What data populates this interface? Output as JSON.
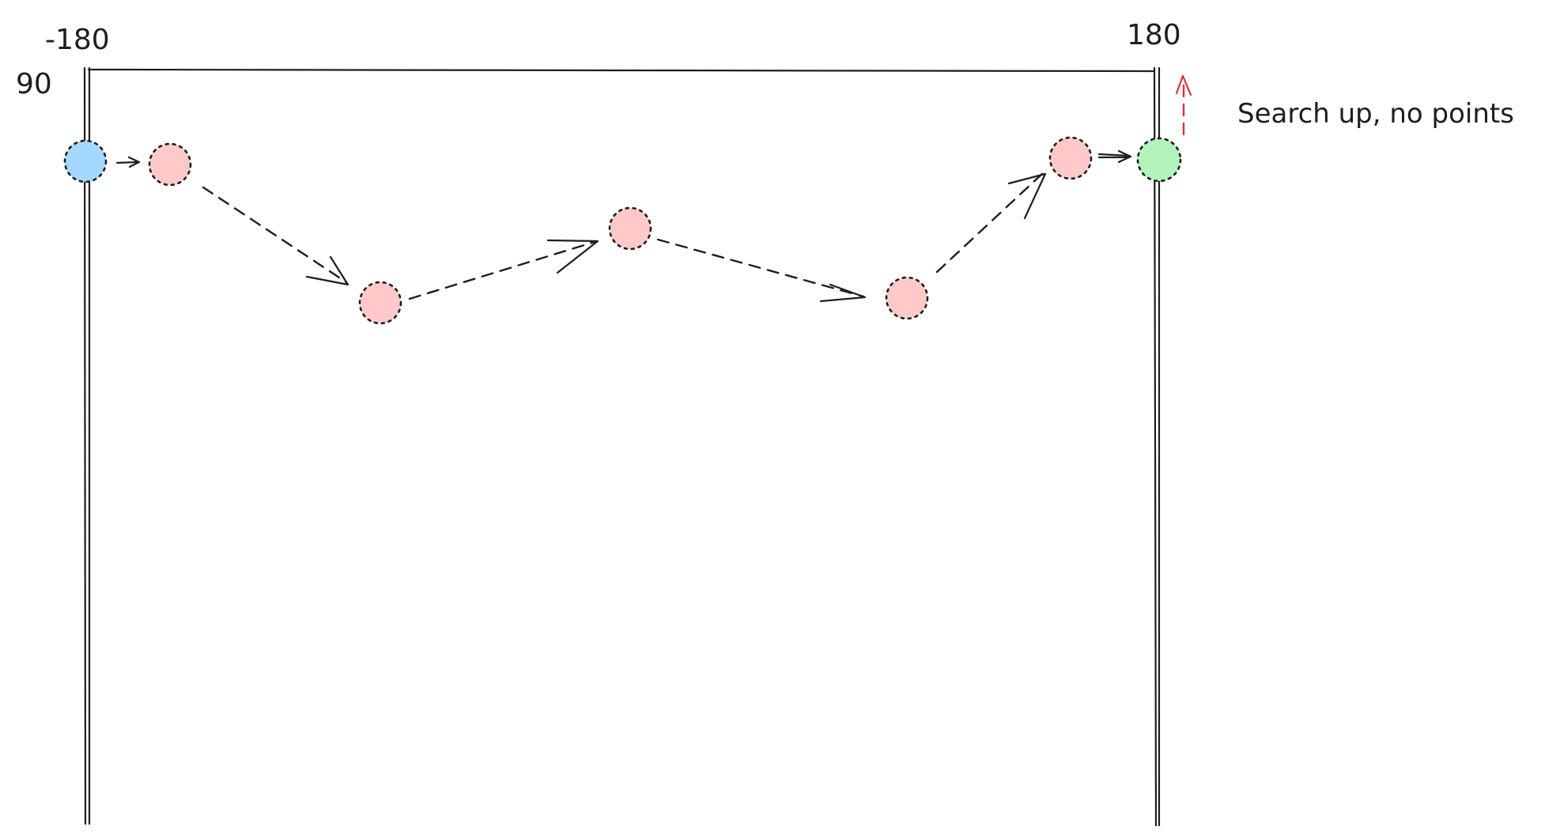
{
  "labels": {
    "left_lon": "-180",
    "right_lon": "180",
    "top_lat": "90",
    "note": "Search up, no points"
  },
  "colors": {
    "start_node": "#a5d8ff",
    "path_node": "#ffc9c9",
    "end_node": "#b2f2bb",
    "stroke": "#1e1e1e",
    "search_arrow": "#e03131"
  },
  "nodes": [
    {
      "id": "start",
      "role": "start"
    },
    {
      "id": "p1",
      "role": "path"
    },
    {
      "id": "p2",
      "role": "path"
    },
    {
      "id": "p3",
      "role": "path"
    },
    {
      "id": "p4",
      "role": "path"
    },
    {
      "id": "p5",
      "role": "path"
    },
    {
      "id": "end",
      "role": "end"
    }
  ]
}
